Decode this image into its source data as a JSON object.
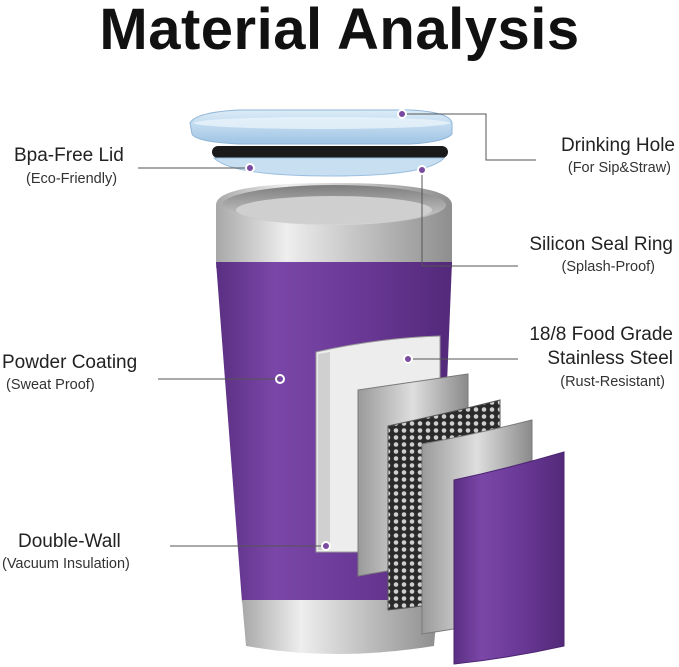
{
  "title": "Material Analysis",
  "labels": {
    "lid": {
      "main": "Bpa-Free Lid",
      "sub": "(Eco-Friendly)"
    },
    "hole": {
      "main": "Drinking Hole",
      "sub": "(For Sip&Straw)"
    },
    "seal": {
      "main": "Silicon Seal Ring",
      "sub": "(Splash-Proof)"
    },
    "coating": {
      "main": "Powder Coating",
      "sub": "(Sweat Proof)"
    },
    "steel": {
      "main1": "18/8 Food Grade",
      "main2": "Stainless Steel",
      "sub": "(Rust-Resistant)"
    },
    "wall": {
      "main": "Double-Wall",
      "sub": "(Vacuum Insulation)"
    }
  },
  "colors": {
    "purple": "#6e3d99",
    "steel": "#c9c9c9",
    "lid": "#b9d7ee",
    "seal": "#1c1c1c",
    "marker": "#7a4aa0"
  }
}
